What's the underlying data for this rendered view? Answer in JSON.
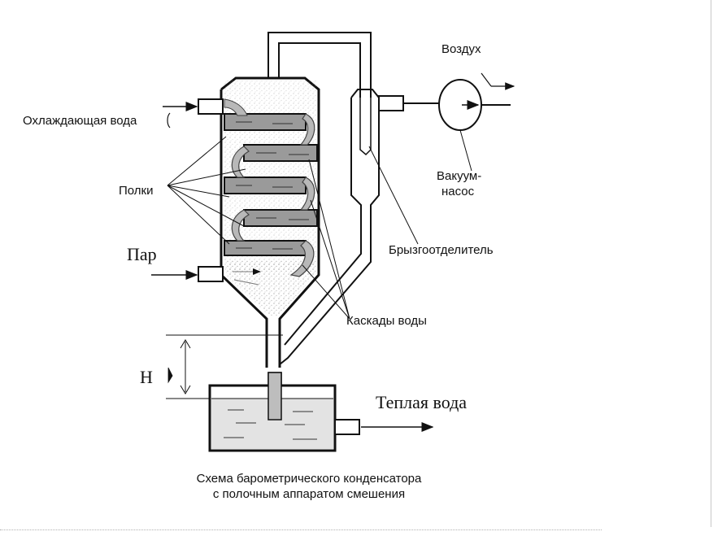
{
  "labels": {
    "cooling_water": "Охлаждающая вода",
    "shelves": "Полки",
    "steam": "Пар",
    "air": "Воздух",
    "vacuum_pump_line1": "Вакуум-",
    "vacuum_pump_line2": "насос",
    "separator": "Брызгоотделитель",
    "water_cascades": "Каскады воды",
    "height": "H",
    "warm_water": "Теплая вода"
  },
  "caption": {
    "line1": "Схема барометрического конденсатора",
    "line2": "с полочным аппаратом смешения"
  },
  "colors": {
    "ink": "#111111",
    "shelf_fill": "#9a9a9a",
    "water_fill": "#e3e3e3",
    "frame": "#c8c8c8"
  }
}
